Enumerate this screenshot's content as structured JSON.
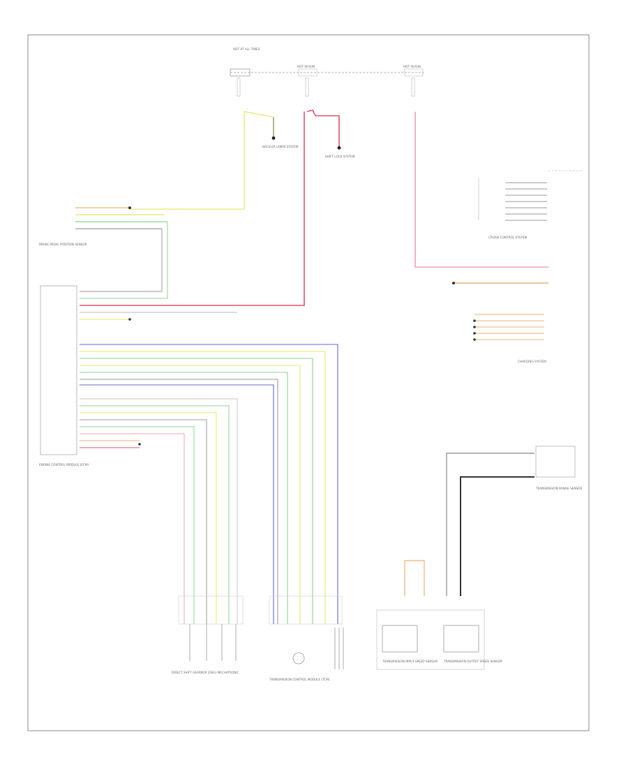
{
  "diagram": {
    "footer_code": "",
    "top_labels": [
      "HOT AT ALL TIMES",
      "HOT IN RUN",
      "HOT IN RUN"
    ],
    "ground_labels": [
      "BACK-UP LAMPS SYSTEM",
      "SHIFT LOCK SYSTEM",
      "CHARGING SYSTEM"
    ],
    "module_labels": [
      "BRAKE PEDAL POSITION SENSOR",
      "ENGINE CONTROL MODULE (ECM)",
      "CRUISE CONTROL SYSTEM"
    ],
    "component_labels": [
      "TRANSMISSION RANGE SENSOR",
      "TRANSMISSION INPUT SPEED SENSOR",
      "TRANSMISSION OUTPUT SPEED SENSOR"
    ],
    "bottom_labels": [
      "DIRECT SHIFT GEARBOX (DSG) MECHATRONIC",
      "TRANSMISSION CONTROL MODULE (TCM)"
    ]
  },
  "wire_colors": {
    "yellow": "#e8e86a",
    "red": "#e0506a",
    "green": "#8ed38e",
    "blue": "#6464d8",
    "orange": "#eab070",
    "gray": "#9a9a9a",
    "black": "#333333",
    "pink": "#f0a0b4",
    "violet": "#9a7fe0"
  }
}
